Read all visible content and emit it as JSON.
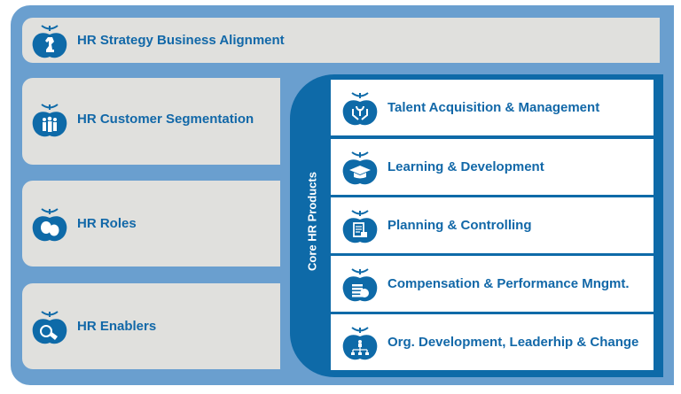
{
  "strategy": {
    "label": "HR Strategy Business Alignment",
    "icon": "chess-knight-icon"
  },
  "left_boxes": [
    {
      "label": "HR Customer Segmentation",
      "icon": "people-group-icon"
    },
    {
      "label": "HR Roles",
      "icon": "theater-masks-icon"
    },
    {
      "label": "HR Enablers",
      "icon": "hand-pointer-icon"
    }
  ],
  "core": {
    "title": "Core HR Products",
    "items": [
      {
        "label": "Talent Acquisition  & Management",
        "icon": "hands-plant-icon"
      },
      {
        "label": "Learning & Development",
        "icon": "graduation-cap-icon"
      },
      {
        "label": "Planning & Controlling",
        "icon": "clipboard-check-icon"
      },
      {
        "label": "Compensation & Performance Mngmt.",
        "icon": "coins-icon"
      },
      {
        "label": "Org. Development, Leaderhip & Change",
        "icon": "org-chart-icon"
      }
    ]
  },
  "colors": {
    "outer": "#6a9fcf",
    "panel": "#0e6aa8",
    "box": "#e0e0dd",
    "text": "#1268a8"
  }
}
